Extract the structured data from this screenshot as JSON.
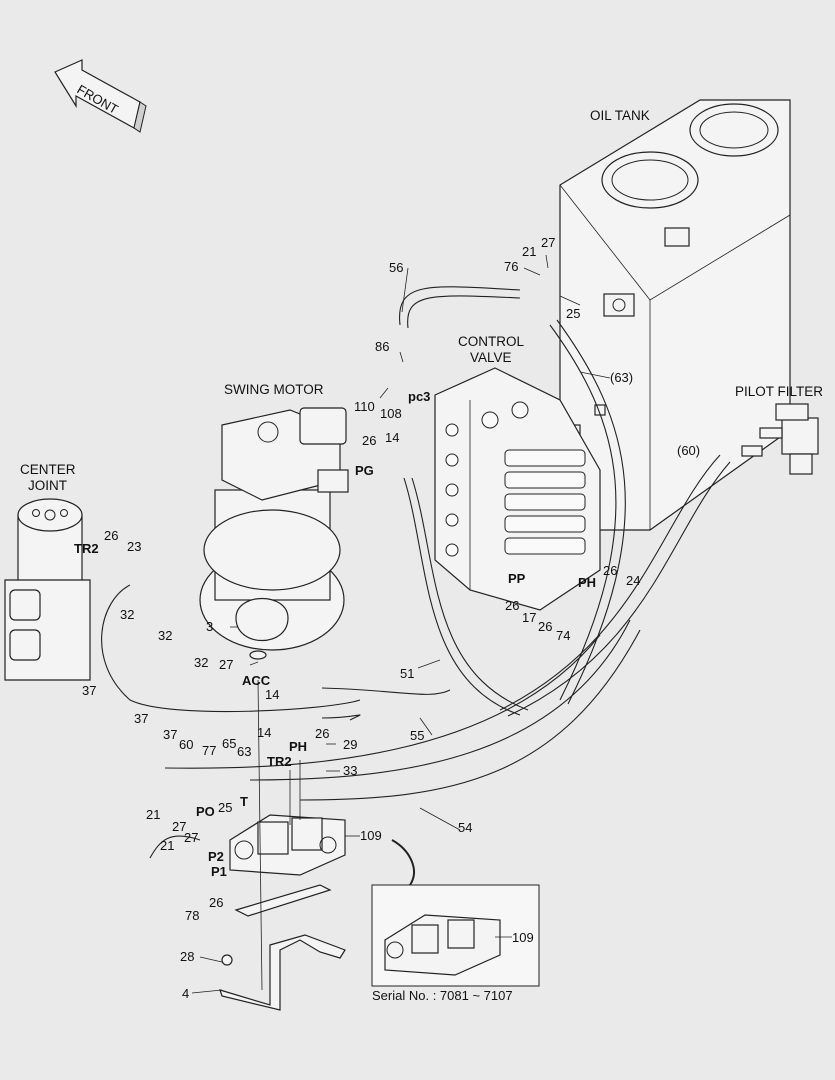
{
  "labels": {
    "front": "FRONT",
    "oil_tank": "OIL TANK",
    "control_valve_line1": "CONTROL",
    "control_valve_line2": "VALVE",
    "swing_motor": "SWING MOTOR",
    "pilot_filter": "PILOT FILTER",
    "center_joint_line1": "CENTER",
    "center_joint_line2": "JOINT",
    "serial": "Serial No. : 7081 ~ 7107"
  },
  "ports": {
    "tr2_joint": "TR2",
    "pc3": "pc3",
    "pg": "PG",
    "pp": "PP",
    "ph_valve": "PH",
    "acc": "ACC",
    "ph_block": "PH",
    "tr2_block": "TR2",
    "t": "T",
    "po": "PO",
    "p2": "P2",
    "p1": "P1"
  },
  "callouts": {
    "n56": "56",
    "n21a": "21",
    "n27a": "27",
    "n76": "76",
    "n25a": "25",
    "n63": "(63)",
    "n86": "86",
    "n110": "110",
    "n108": "108",
    "n26a": "26",
    "n14a": "14",
    "n60a": "(60)",
    "n26b": "26",
    "n23": "23",
    "n32a": "32",
    "n32b": "32",
    "n32c": "32",
    "n3": "3",
    "n27b": "27",
    "n37a": "37",
    "n37b": "37",
    "n37c": "37",
    "n65": "65",
    "n60b": "60",
    "n77": "77",
    "n63b": "63",
    "n14b": "14",
    "n14c": "14",
    "n26c": "26",
    "n29": "29",
    "n33": "33",
    "n51": "51",
    "n55": "55",
    "n54": "54",
    "n26d": "26",
    "n17": "17",
    "n26e": "26",
    "n74": "74",
    "n26f": "26",
    "n24": "24",
    "n21b": "21",
    "n27c": "27",
    "n25b": "25",
    "n27d": "27",
    "n21c": "21",
    "n26g": "26",
    "n78": "78",
    "n109a": "109",
    "n109b": "109",
    "n28": "28",
    "n4": "4"
  }
}
